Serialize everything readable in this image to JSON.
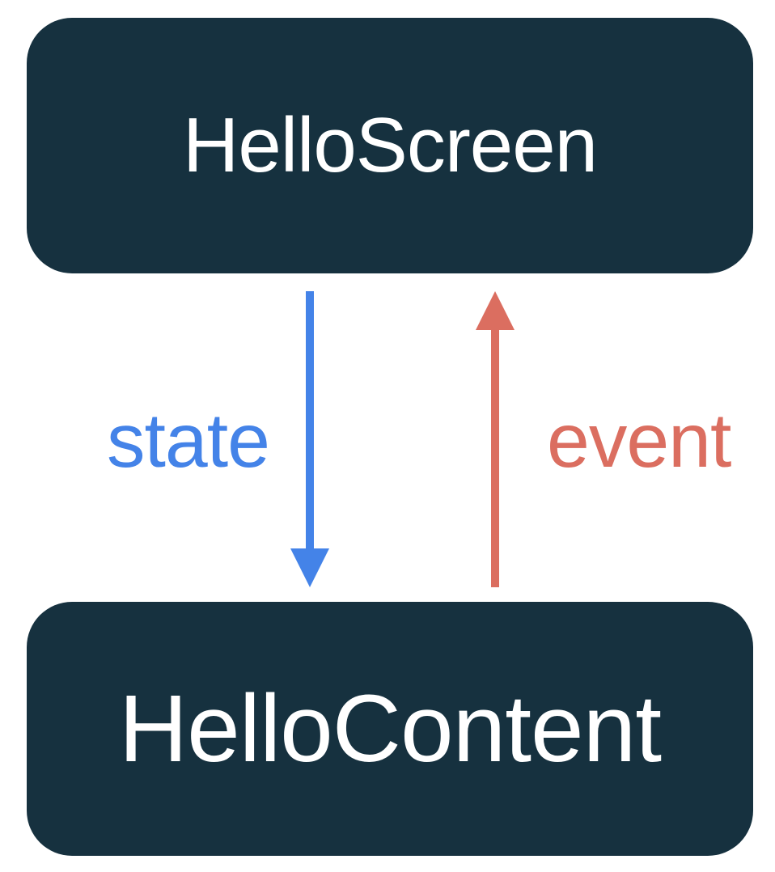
{
  "diagram": {
    "title": "unidirectional-data-flow",
    "top_box": {
      "label": "HelloScreen"
    },
    "bottom_box": {
      "label": "HelloContent"
    },
    "arrows": [
      {
        "id": "state",
        "label": "state",
        "direction": "down",
        "from": "HelloScreen",
        "to": "HelloContent",
        "color": "#4483E8"
      },
      {
        "id": "event",
        "label": "event",
        "direction": "up",
        "from": "HelloContent",
        "to": "HelloScreen",
        "color": "#DB6E60"
      }
    ],
    "colors": {
      "box_fill": "#16313F",
      "box_text": "#FFFFFF",
      "state_arrow": "#4483E8",
      "event_arrow": "#DB6E60",
      "background": "#FFFFFF"
    }
  }
}
